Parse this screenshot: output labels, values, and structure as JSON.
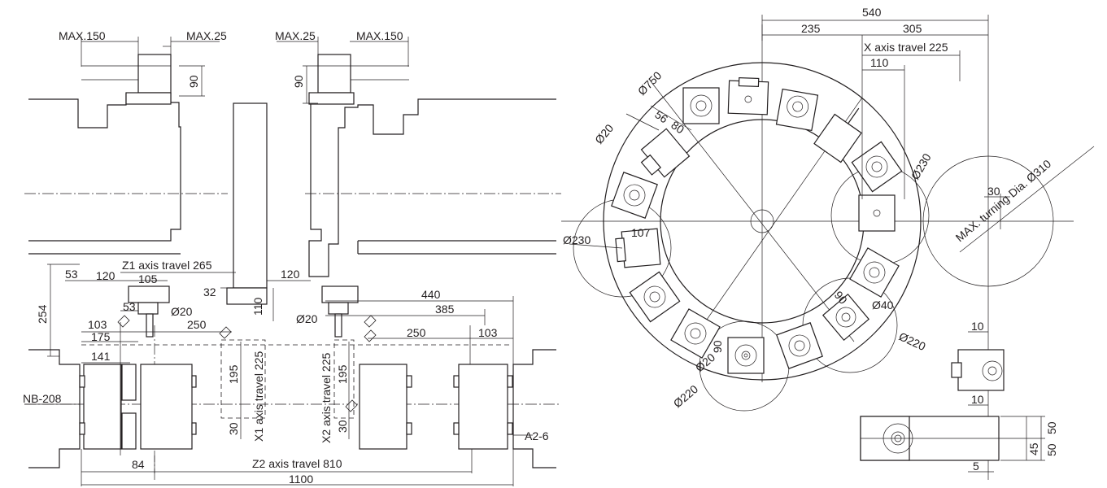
{
  "left_view": {
    "top_left_max_label": "MAX.150",
    "top_left_max25_label": "MAX.25",
    "top_right_max25_label": "MAX.25",
    "top_right_max_label": "MAX.150",
    "left_90_label": "90",
    "right_90_label": "90",
    "z1_travel_label": "Z1 axis travel 265",
    "dim_53_left": "53",
    "dim_120_left": "120",
    "dim_105": "105",
    "dim_254": "254",
    "dim_53_tool": "53",
    "dim_dia20_left": "Ø20",
    "dim_103_left": "103",
    "dim_250_left": "250",
    "dim_175": "175",
    "dim_141": "141",
    "dim_32": "32",
    "dim_110": "110",
    "dim_120_mid": "120",
    "dim_440": "440",
    "dim_385": "385",
    "dim_dia20_right": "Ø20",
    "dim_250_right": "250",
    "dim_103_right": "103",
    "dim_195_left": "195",
    "x1_travel_label": "X1 axis travel 225",
    "x2_travel_label": "X2 axis travel 225",
    "dim_195_right": "195",
    "dim_30_left": "30",
    "dim_30_right": "30",
    "nb_label": "NB-208",
    "a2_label": "A2-6",
    "dim_84": "84",
    "z2_travel_label": "Z2 axis travel 810",
    "dim_1100": "1100"
  },
  "right_view": {
    "dim_540": "540",
    "dim_235": "235",
    "dim_305": "305",
    "x_travel_label": "X axis travel 225",
    "dim_110": "110",
    "dia_750": "Ø750",
    "dia_20_top": "Ø20",
    "dim_56": "56",
    "dim_80": "80",
    "dia_230_right": "Ø230",
    "max_turning_label": "MAX. turning Dia. Ø310",
    "dim_30": "30",
    "dia_230_left": "Ø230",
    "dim_107": "107",
    "dim_90_right": "90",
    "dia_40": "Ø40",
    "dia_220_right": "Ø220",
    "dim_90_bottom": "90",
    "dia_20_bottom": "Ø20",
    "dia_220_bottom": "Ø220",
    "dim_10_top": "10",
    "dim_10_bottom": "10",
    "dim_50_top": "50",
    "dim_50_bottom": "50",
    "dim_45": "45",
    "dim_5": "5"
  }
}
